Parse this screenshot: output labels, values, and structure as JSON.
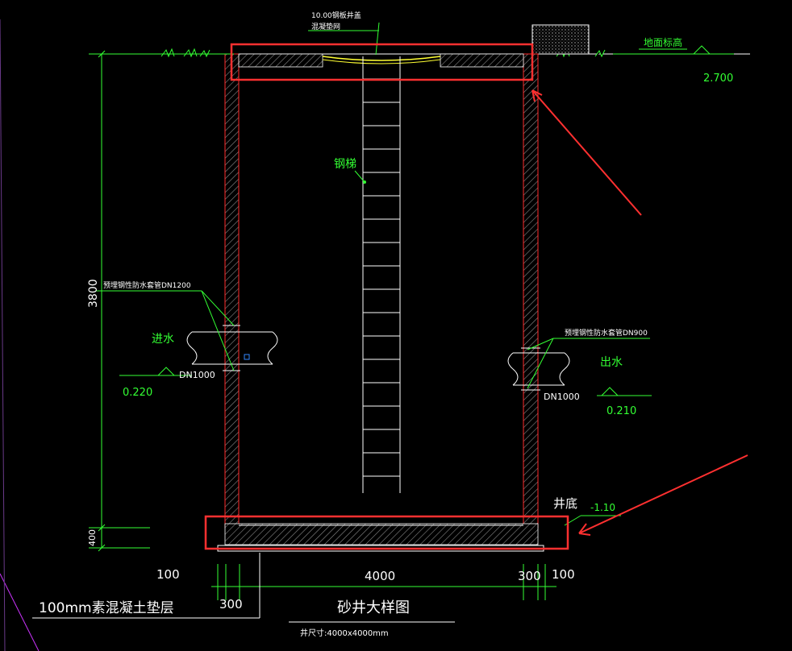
{
  "labels": {
    "cover_line1": "10.00钢板井盖",
    "cover_line2": "混凝垫网",
    "ground_level": "地面标高",
    "ground_elev": "2.700",
    "ladder": "钢梯",
    "inlet_sleeve": "预埋钢性防水套管DN1200",
    "outlet_sleeve": "预埋钢性防水套管DN900",
    "inlet": "进水",
    "outlet": "出水",
    "inlet_dn": "DN1000",
    "outlet_dn": "DN1000",
    "inlet_elev": "0.220",
    "outlet_elev": "0.210",
    "bottom": "井底",
    "bottom_elev": "-1.10",
    "dim_height": "3800",
    "dim_base": "400",
    "dim_inner": "4000",
    "dim_wall_left": "100",
    "dim_wall_left2": "300",
    "dim_wall_right": "300",
    "dim_wall_right2": "100",
    "cushion": "100mm素混凝土垫层",
    "title": "砂井大样图",
    "subtitle": "井尺寸:4000x4000mm"
  },
  "colors": {
    "background": "#000000",
    "wall": "#ff2a2a",
    "green": "#33ff33",
    "white": "#ffffff",
    "yellow": "#ffff33",
    "highlight": "#ff3030",
    "purple": "#cc33ff",
    "cyan": "#33ccff"
  }
}
